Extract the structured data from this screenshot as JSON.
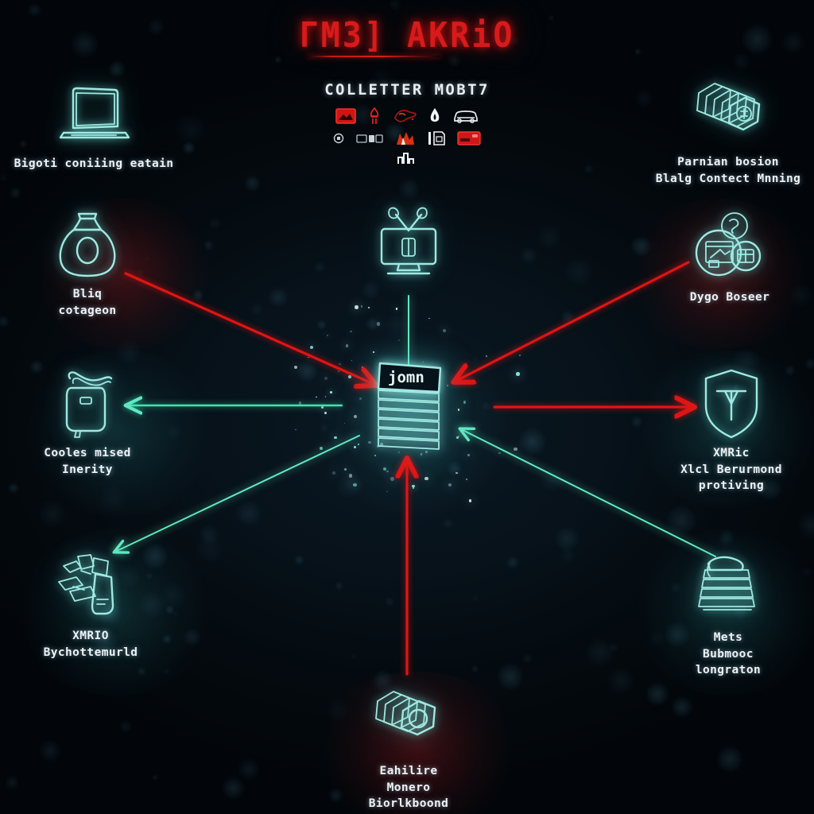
{
  "header": {
    "title": "ΓM3] AKRiO",
    "subtitle": "COLLETTER MOBT7",
    "icon_rows": [
      [
        "image-frame-icon",
        "torch-icon",
        "splatter-icon",
        "flame-icon",
        "car-icon"
      ],
      [
        "chip-icon",
        "label-tag-icon",
        "fire-burst-icon",
        "sim-card-icon",
        "card-icon"
      ],
      [
        "bar-chart-icon"
      ]
    ],
    "accent_color": "#d81a1a",
    "text_color": "#e7edf1"
  },
  "diagram": {
    "type": "hub-and-spoke",
    "hub": {
      "id": "hub",
      "icon": "document-stack-icon",
      "label": "jomn",
      "caption": ""
    },
    "nodes": [
      {
        "id": "node-top-left",
        "icon": "laptop-icon",
        "caption": "Bigoti coniiing eatain",
        "position": "top-left"
      },
      {
        "id": "node-top-right",
        "icon": "coin-stack-icon",
        "caption": "Parnian bosion\nBlalg Contect Mnning",
        "position": "top-right"
      },
      {
        "id": "node-top-center",
        "icon": "monitor-antenna-icon",
        "caption": "",
        "position": "top-center"
      },
      {
        "id": "node-left-upper",
        "icon": "money-bag-icon",
        "caption": "Bliq\ncotageon",
        "position": "left-upper"
      },
      {
        "id": "node-right-upper",
        "icon": "browser-cloud-icon",
        "caption": "Dygo Boseer",
        "position": "right-upper"
      },
      {
        "id": "node-left-middle",
        "icon": "bag-icon",
        "caption": "Cooles mised\nInerity",
        "position": "left-middle"
      },
      {
        "id": "node-right-middle",
        "icon": "shield-icon",
        "caption": "XMRic\nXlcl Berurmond\nprotiving",
        "position": "right-middle"
      },
      {
        "id": "node-bottom-left",
        "icon": "machinery-icon",
        "caption": "XMRIO\nBychottemurld",
        "position": "bottom-left"
      },
      {
        "id": "node-bottom-right",
        "icon": "book-stack-icon",
        "caption": "Mets\nBubmooc\nlongraton",
        "position": "bottom-right"
      },
      {
        "id": "node-bottom-center",
        "icon": "coin-stack-icon",
        "caption": "Eahilire\nMonero\nBiorlkboond",
        "position": "bottom-center"
      }
    ],
    "links": [
      {
        "id": "link-left-upper-to-hub",
        "from": "node-left-upper",
        "to": "hub",
        "color": "#e01414",
        "direction": "inbound"
      },
      {
        "id": "link-right-upper-to-hub",
        "from": "node-right-upper",
        "to": "hub",
        "color": "#e01414",
        "direction": "inbound"
      },
      {
        "id": "link-bottom-center-to-hub",
        "from": "node-bottom-center",
        "to": "hub",
        "color": "#e01414",
        "direction": "inbound"
      },
      {
        "id": "link-hub-to-right-middle",
        "from": "hub",
        "to": "node-right-middle",
        "color": "#e01414",
        "direction": "outbound"
      },
      {
        "id": "link-hub-to-left-middle",
        "from": "hub",
        "to": "node-left-middle",
        "color": "#43e3b0",
        "direction": "outbound"
      },
      {
        "id": "link-hub-to-bottom-left",
        "from": "hub",
        "to": "node-bottom-left",
        "color": "#43e3b0",
        "direction": "outbound"
      },
      {
        "id": "link-hub-to-bottom-right",
        "from": "hub",
        "to": "node-bottom-right",
        "color": "#43e3b0",
        "direction": "inbound"
      },
      {
        "id": "link-hub-to-top-center",
        "from": "hub",
        "to": "node-top-center",
        "color": "#43e3b0",
        "direction": "outbound"
      }
    ],
    "legend": {
      "inbound_color": "#e01414",
      "outbound_color": "#43e3b0"
    }
  }
}
